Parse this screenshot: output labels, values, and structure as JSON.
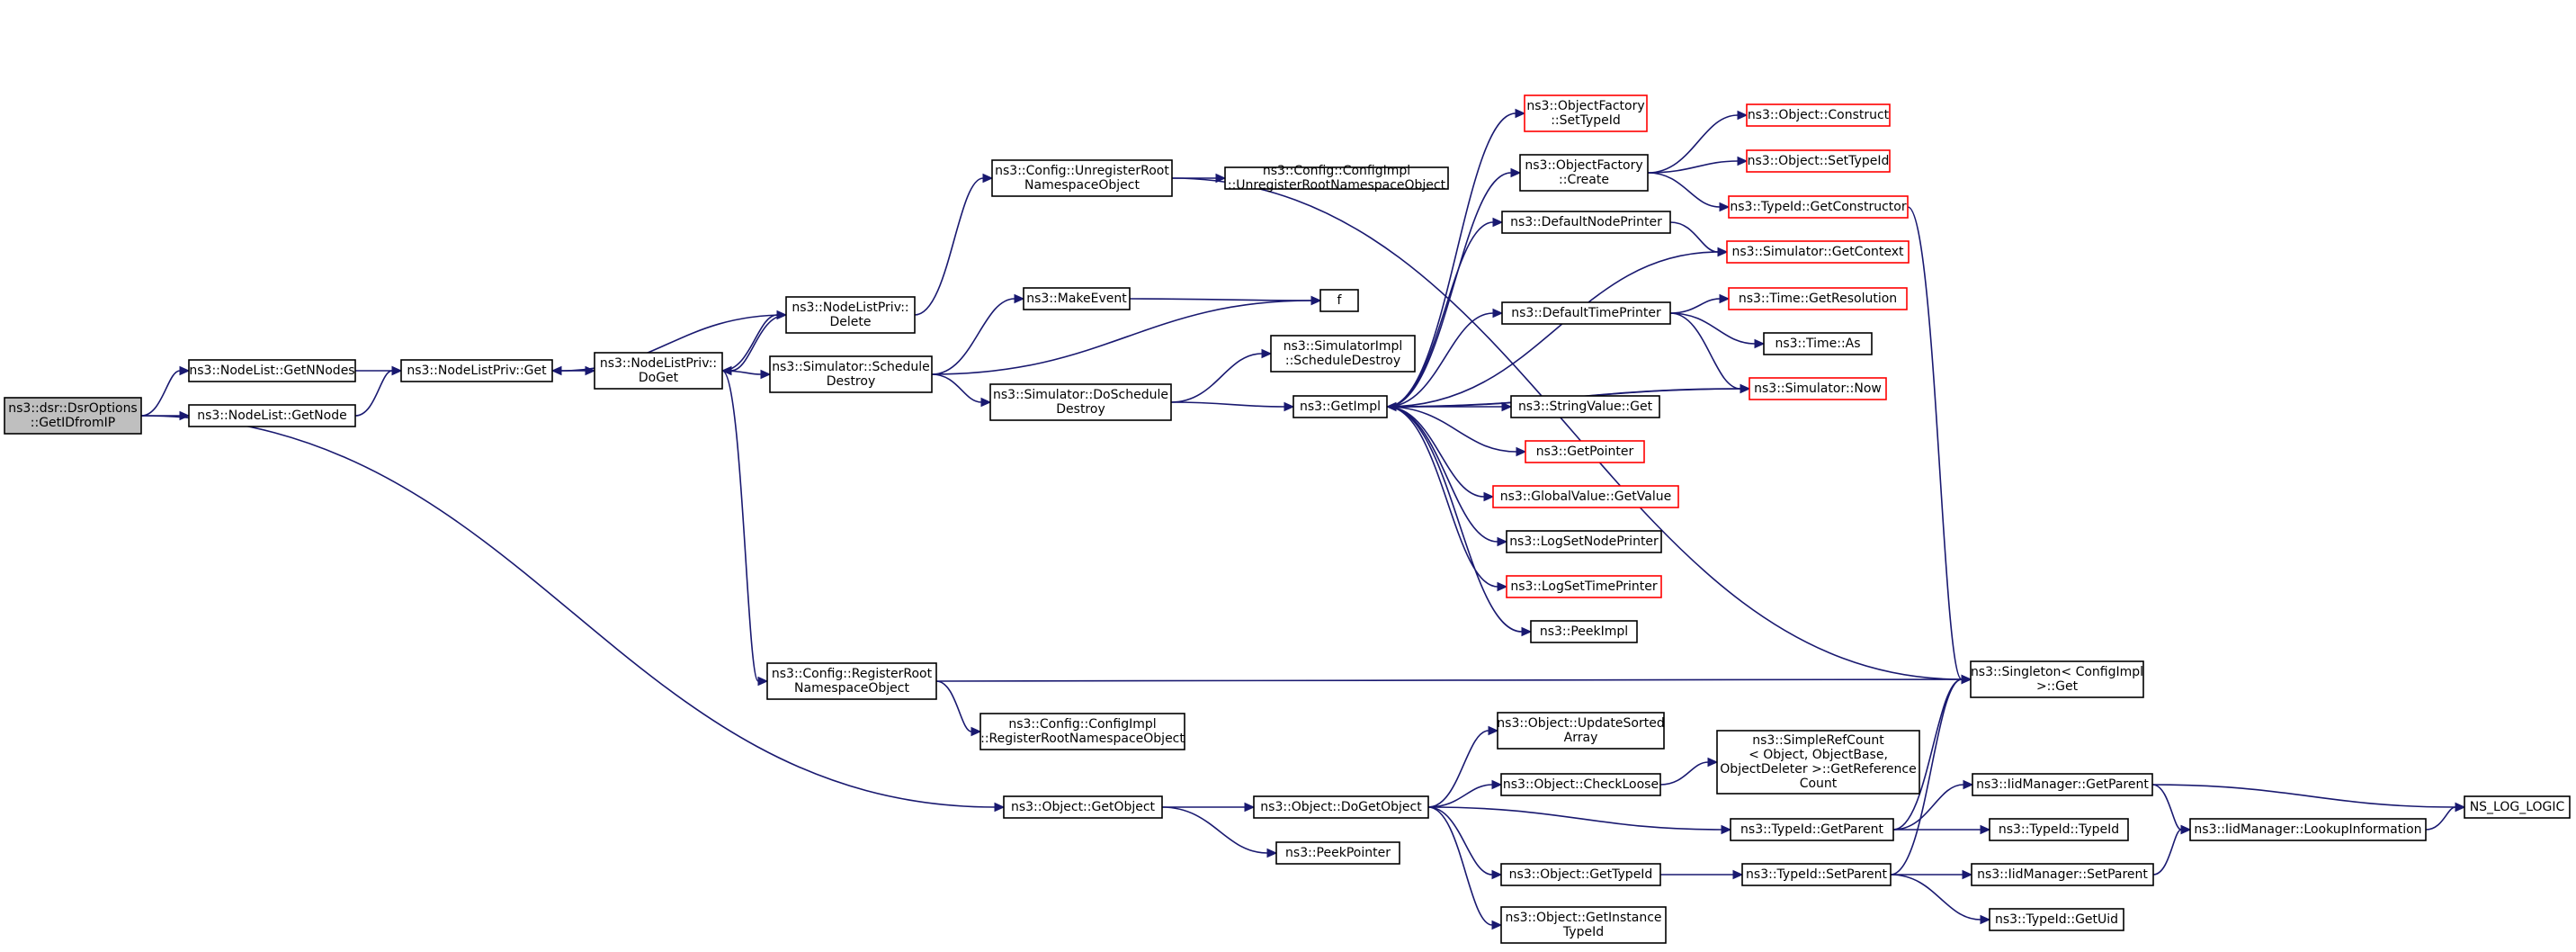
{
  "colors": {
    "edge": "#191970",
    "border_normal": "#000000",
    "border_truncated": "#ff0000",
    "root_fill": "#bfbfbf",
    "fill": "#ffffff"
  },
  "nodes": {
    "n0": {
      "lines": [
        "ns3::dsr::DsrOptions",
        "::GetIDfromIP"
      ],
      "kind": "root"
    },
    "n1": {
      "lines": [
        "ns3::NodeList::GetNNodes"
      ],
      "kind": "normal"
    },
    "n2": {
      "lines": [
        "ns3::NodeList::GetNode"
      ],
      "kind": "normal"
    },
    "n3": {
      "lines": [
        "ns3::NodeListPriv::Get"
      ],
      "kind": "normal"
    },
    "n4": {
      "lines": [
        "ns3::NodeListPriv::",
        "DoGet"
      ],
      "kind": "normal"
    },
    "n5": {
      "lines": [
        "ns3::NodeListPriv::",
        "Delete"
      ],
      "kind": "normal"
    },
    "n6": {
      "lines": [
        "ns3::Simulator::Schedule",
        "Destroy"
      ],
      "kind": "normal"
    },
    "n7": {
      "lines": [
        "ns3::Config::UnregisterRoot",
        "NamespaceObject"
      ],
      "kind": "normal"
    },
    "n8": {
      "lines": [
        "ns3::Config::ConfigImpl",
        "::UnregisterRootNamespaceObject"
      ],
      "kind": "normal"
    },
    "n9": {
      "lines": [
        "ns3::MakeEvent"
      ],
      "kind": "normal"
    },
    "n10": {
      "lines": [
        "f"
      ],
      "kind": "normal"
    },
    "n11": {
      "lines": [
        "ns3::Simulator::DoSchedule",
        "Destroy"
      ],
      "kind": "normal"
    },
    "n12": {
      "lines": [
        "ns3::SimulatorImpl",
        "::ScheduleDestroy"
      ],
      "kind": "normal"
    },
    "n13": {
      "lines": [
        "ns3::GetImpl"
      ],
      "kind": "normal"
    },
    "n14": {
      "lines": [
        "ns3::ObjectFactory",
        "::SetTypeId"
      ],
      "kind": "truncated"
    },
    "n15": {
      "lines": [
        "ns3::ObjectFactory",
        "::Create"
      ],
      "kind": "normal"
    },
    "n16": {
      "lines": [
        "ns3::Object::Construct"
      ],
      "kind": "truncated"
    },
    "n17": {
      "lines": [
        "ns3::Object::SetTypeId"
      ],
      "kind": "truncated"
    },
    "n18": {
      "lines": [
        "ns3::TypeId::GetConstructor"
      ],
      "kind": "truncated"
    },
    "n19": {
      "lines": [
        "ns3::DefaultNodePrinter"
      ],
      "kind": "normal"
    },
    "n20": {
      "lines": [
        "ns3::Simulator::GetContext"
      ],
      "kind": "truncated"
    },
    "n21": {
      "lines": [
        "ns3::DefaultTimePrinter"
      ],
      "kind": "normal"
    },
    "n22": {
      "lines": [
        "ns3::Time::GetResolution"
      ],
      "kind": "truncated"
    },
    "n23": {
      "lines": [
        "ns3::Time::As"
      ],
      "kind": "normal"
    },
    "n24": {
      "lines": [
        "ns3::Simulator::Now"
      ],
      "kind": "truncated"
    },
    "n25": {
      "lines": [
        "ns3::StringValue::Get"
      ],
      "kind": "normal"
    },
    "n26": {
      "lines": [
        "ns3::GetPointer"
      ],
      "kind": "truncated"
    },
    "n27": {
      "lines": [
        "ns3::GlobalValue::GetValue"
      ],
      "kind": "truncated"
    },
    "n28": {
      "lines": [
        "ns3::LogSetNodePrinter"
      ],
      "kind": "normal"
    },
    "n29": {
      "lines": [
        "ns3::LogSetTimePrinter"
      ],
      "kind": "truncated"
    },
    "n30": {
      "lines": [
        "ns3::PeekImpl"
      ],
      "kind": "normal"
    },
    "n31": {
      "lines": [
        "ns3::Config::RegisterRoot",
        "NamespaceObject"
      ],
      "kind": "normal"
    },
    "n32": {
      "lines": [
        "ns3::Config::ConfigImpl",
        "::RegisterRootNamespaceObject"
      ],
      "kind": "normal"
    },
    "n33": {
      "lines": [
        "ns3::Singleton< ConfigImpl",
        " >::Get"
      ],
      "kind": "normal"
    },
    "n34": {
      "lines": [
        "ns3::Object::GetObject"
      ],
      "kind": "normal"
    },
    "n35": {
      "lines": [
        "ns3::Object::DoGetObject"
      ],
      "kind": "normal"
    },
    "n36": {
      "lines": [
        "ns3::PeekPointer"
      ],
      "kind": "normal"
    },
    "n37": {
      "lines": [
        "ns3::Object::UpdateSorted",
        "Array"
      ],
      "kind": "normal"
    },
    "n38": {
      "lines": [
        "ns3::Object::CheckLoose"
      ],
      "kind": "normal"
    },
    "n39": {
      "lines": [
        "ns3::SimpleRefCount",
        "< Object, ObjectBase,",
        "ObjectDeleter >::GetReference",
        "Count"
      ],
      "kind": "normal"
    },
    "n40": {
      "lines": [
        "ns3::TypeId::GetParent"
      ],
      "kind": "normal"
    },
    "n41": {
      "lines": [
        "ns3::Object::GetTypeId"
      ],
      "kind": "normal"
    },
    "n42": {
      "lines": [
        "ns3::Object::GetInstance",
        "TypeId"
      ],
      "kind": "normal"
    },
    "n43": {
      "lines": [
        "ns3::TypeId::SetParent"
      ],
      "kind": "normal"
    },
    "n44": {
      "lines": [
        "ns3::IidManager::GetParent"
      ],
      "kind": "normal"
    },
    "n45": {
      "lines": [
        "ns3::TypeId::TypeId"
      ],
      "kind": "normal"
    },
    "n46": {
      "lines": [
        "ns3::IidManager::SetParent"
      ],
      "kind": "normal"
    },
    "n47": {
      "lines": [
        "ns3::TypeId::GetUid"
      ],
      "kind": "normal"
    },
    "n48": {
      "lines": [
        "ns3::IidManager::LookupInformation"
      ],
      "kind": "normal"
    },
    "n49": {
      "lines": [
        "NS_LOG_LOGIC"
      ],
      "kind": "normal"
    }
  },
  "edges": [
    [
      "n0",
      "n1"
    ],
    [
      "n0",
      "n2"
    ],
    [
      "n0",
      "n34"
    ],
    [
      "n1",
      "n3"
    ],
    [
      "n2",
      "n3"
    ],
    [
      "n3",
      "n4"
    ],
    [
      "n4",
      "n5"
    ],
    [
      "n4",
      "n6"
    ],
    [
      "n4",
      "n31"
    ],
    [
      "n5",
      "n3"
    ],
    [
      "n5",
      "n4"
    ],
    [
      "n5",
      "n7"
    ],
    [
      "n6",
      "n9"
    ],
    [
      "n6",
      "n10"
    ],
    [
      "n6",
      "n11"
    ],
    [
      "n7",
      "n8"
    ],
    [
      "n7",
      "n33"
    ],
    [
      "n9",
      "n10"
    ],
    [
      "n11",
      "n12"
    ],
    [
      "n11",
      "n13"
    ],
    [
      "n13",
      "n14"
    ],
    [
      "n13",
      "n15"
    ],
    [
      "n13",
      "n19"
    ],
    [
      "n13",
      "n20"
    ],
    [
      "n13",
      "n21"
    ],
    [
      "n13",
      "n24"
    ],
    [
      "n13",
      "n25"
    ],
    [
      "n13",
      "n26"
    ],
    [
      "n13",
      "n27"
    ],
    [
      "n13",
      "n28"
    ],
    [
      "n13",
      "n29"
    ],
    [
      "n13",
      "n30"
    ],
    [
      "n15",
      "n16"
    ],
    [
      "n15",
      "n17"
    ],
    [
      "n15",
      "n18"
    ],
    [
      "n18",
      "n33"
    ],
    [
      "n19",
      "n20"
    ],
    [
      "n21",
      "n22"
    ],
    [
      "n21",
      "n23"
    ],
    [
      "n21",
      "n24"
    ],
    [
      "n24",
      "n13"
    ],
    [
      "n31",
      "n32"
    ],
    [
      "n31",
      "n33"
    ],
    [
      "n34",
      "n35"
    ],
    [
      "n34",
      "n36"
    ],
    [
      "n35",
      "n37"
    ],
    [
      "n35",
      "n38"
    ],
    [
      "n35",
      "n40"
    ],
    [
      "n35",
      "n41"
    ],
    [
      "n35",
      "n42"
    ],
    [
      "n38",
      "n39"
    ],
    [
      "n40",
      "n33"
    ],
    [
      "n40",
      "n44"
    ],
    [
      "n40",
      "n45"
    ],
    [
      "n41",
      "n43"
    ],
    [
      "n43",
      "n33"
    ],
    [
      "n43",
      "n46"
    ],
    [
      "n43",
      "n47"
    ],
    [
      "n44",
      "n48"
    ],
    [
      "n44",
      "n49"
    ],
    [
      "n46",
      "n48"
    ],
    [
      "n48",
      "n49"
    ]
  ]
}
